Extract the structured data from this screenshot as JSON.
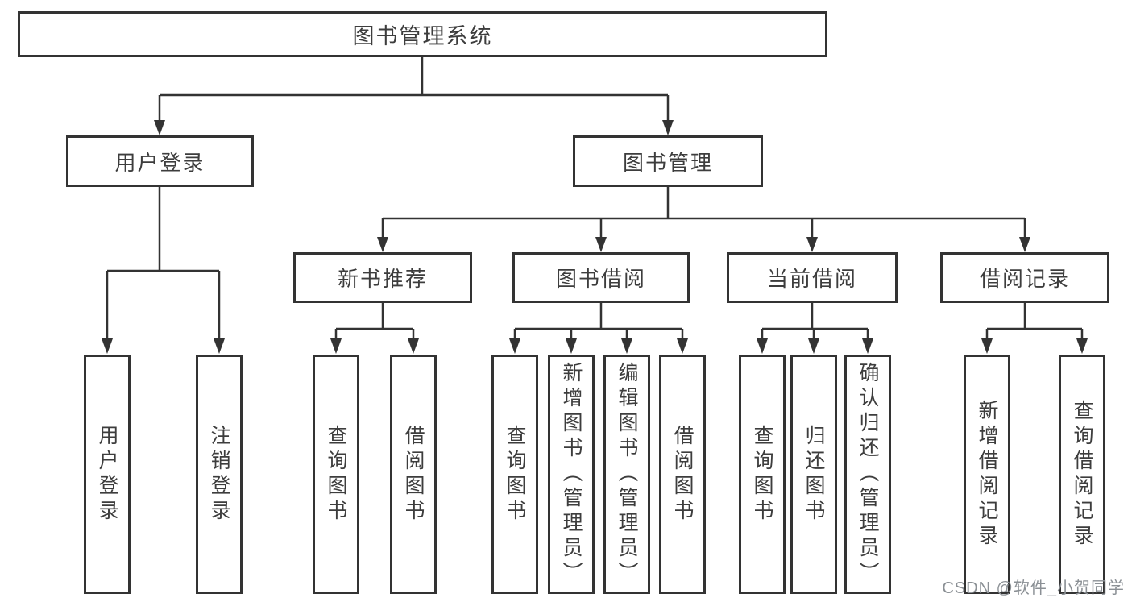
{
  "diagram": {
    "root": {
      "label": "图书管理系统"
    },
    "level2": [
      {
        "label": "用户登录"
      },
      {
        "label": "图书管理"
      }
    ],
    "level3": [
      {
        "label": "新书推荐"
      },
      {
        "label": "图书借阅"
      },
      {
        "label": "当前借阅"
      },
      {
        "label": "借阅记录"
      }
    ],
    "leaves": {
      "user_login": [
        {
          "label": "用户登录"
        },
        {
          "label": "注销登录"
        }
      ],
      "new_book": [
        {
          "label": "查询图书"
        },
        {
          "label": "借阅图书"
        }
      ],
      "book_borrow": [
        {
          "label": "查询图书"
        },
        {
          "label": "新增图书（管理员）"
        },
        {
          "label": "编辑图书（管理员）"
        },
        {
          "label": "借阅图书"
        }
      ],
      "current_borrow": [
        {
          "label": "查询图书"
        },
        {
          "label": "归还图书"
        },
        {
          "label": "确认归还（管理员）"
        }
      ],
      "borrow_record": [
        {
          "label": "新增借阅记录"
        },
        {
          "label": "查询借阅记录"
        }
      ]
    },
    "watermark": "CSDN @软件_小贺同学",
    "colors": {
      "line": "#333333",
      "text": "#3d3d3d",
      "watermark": "#8b9095",
      "background": "#ffffff"
    }
  }
}
